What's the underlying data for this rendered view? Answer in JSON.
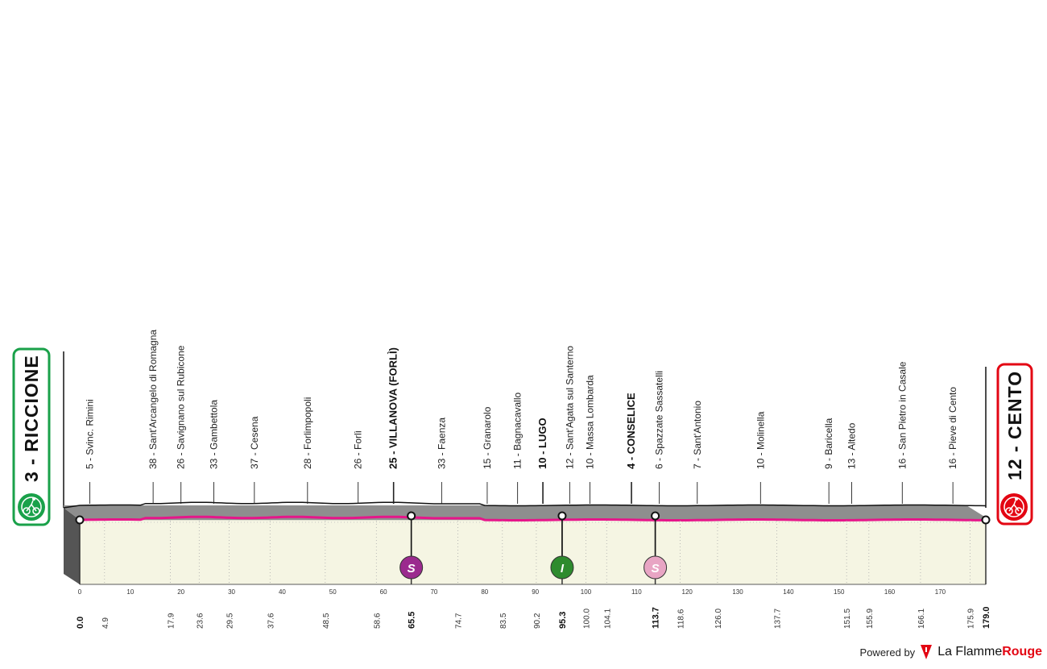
{
  "start": {
    "label": "3 - RICCIONE",
    "color": "#1aa14a"
  },
  "finish": {
    "label": "12 - CENTO",
    "color": "#e30613"
  },
  "profile": {
    "total_km": 179.0,
    "km_ticks": [
      "0",
      "10",
      "20",
      "30",
      "40",
      "50",
      "60",
      "70",
      "80",
      "90",
      "100",
      "110",
      "120",
      "130",
      "140",
      "150",
      "160",
      "170"
    ],
    "km_markers": [
      {
        "km": 0.0,
        "text": "0.0",
        "bold": true
      },
      {
        "km": 4.9,
        "text": "4.9"
      },
      {
        "km": 17.9,
        "text": "17.9"
      },
      {
        "km": 23.6,
        "text": "23.6"
      },
      {
        "km": 29.5,
        "text": "29.5"
      },
      {
        "km": 37.6,
        "text": "37.6"
      },
      {
        "km": 48.5,
        "text": "48.5"
      },
      {
        "km": 58.6,
        "text": "58.6"
      },
      {
        "km": 65.5,
        "text": "65.5",
        "bold": true
      },
      {
        "km": 74.7,
        "text": "74.7"
      },
      {
        "km": 83.5,
        "text": "83.5"
      },
      {
        "km": 90.2,
        "text": "90.2"
      },
      {
        "km": 95.3,
        "text": "95.3",
        "bold": true
      },
      {
        "km": 100.0,
        "text": "100.0"
      },
      {
        "km": 104.1,
        "text": "104.1"
      },
      {
        "km": 113.7,
        "text": "113.7",
        "bold": true
      },
      {
        "km": 118.6,
        "text": "118.6"
      },
      {
        "km": 126.0,
        "text": "126.0"
      },
      {
        "km": 137.7,
        "text": "137.7"
      },
      {
        "km": 151.5,
        "text": "151.5"
      },
      {
        "km": 155.9,
        "text": "155.9"
      },
      {
        "km": 166.1,
        "text": "166.1"
      },
      {
        "km": 175.9,
        "text": "175.9"
      },
      {
        "km": 179.0,
        "text": "179.0",
        "bold": true
      }
    ],
    "places": [
      {
        "km": 2.0,
        "label": "5 - Svinc. Rimini"
      },
      {
        "km": 14.5,
        "label": "38 - Sant'Arcangelo di Romagna"
      },
      {
        "km": 20.0,
        "label": "26 - Savignano sul Rubicone"
      },
      {
        "km": 26.5,
        "label": "33 - Gambettola"
      },
      {
        "km": 34.5,
        "label": "37 - Cesena"
      },
      {
        "km": 45.0,
        "label": "28 - Forlimpopoli"
      },
      {
        "km": 55.0,
        "label": "26 - Forlì"
      },
      {
        "km": 62.0,
        "label": "25 - VILLANOVA (FORLÌ)",
        "bold": true
      },
      {
        "km": 71.5,
        "label": "33 - Faenza"
      },
      {
        "km": 80.5,
        "label": "15 - Granarolo"
      },
      {
        "km": 86.5,
        "label": "11 - Bagnacavallo"
      },
      {
        "km": 91.5,
        "label": "10 - LUGO",
        "bold": true
      },
      {
        "km": 96.8,
        "label": "12 - Sant'Agata sul Santerno"
      },
      {
        "km": 100.8,
        "label": "10 - Massa Lombarda"
      },
      {
        "km": 109.0,
        "label": "4 - CONSELICE",
        "bold": true
      },
      {
        "km": 114.5,
        "label": "6 - Spazzate Sassatelli"
      },
      {
        "km": 122.0,
        "label": "7 - Sant'Antonio"
      },
      {
        "km": 134.5,
        "label": "10 - Molinella"
      },
      {
        "km": 148.0,
        "label": "9 - Baricella"
      },
      {
        "km": 152.5,
        "label": "13 - Altedo"
      },
      {
        "km": 162.5,
        "label": "16 - San Pietro in Casale"
      },
      {
        "km": 172.5,
        "label": "16 - Pieve di Cento"
      }
    ],
    "sprints": [
      {
        "km": 65.5,
        "letter": "S",
        "color": "#9b2a8e"
      },
      {
        "km": 95.3,
        "letter": "I",
        "color": "#2e8b2e"
      },
      {
        "km": 113.7,
        "letter": "S",
        "color": "#e8a5c4"
      }
    ]
  },
  "branding": {
    "powered": "Powered by",
    "brand_a": "La Flamme",
    "brand_b": "Rouge"
  }
}
